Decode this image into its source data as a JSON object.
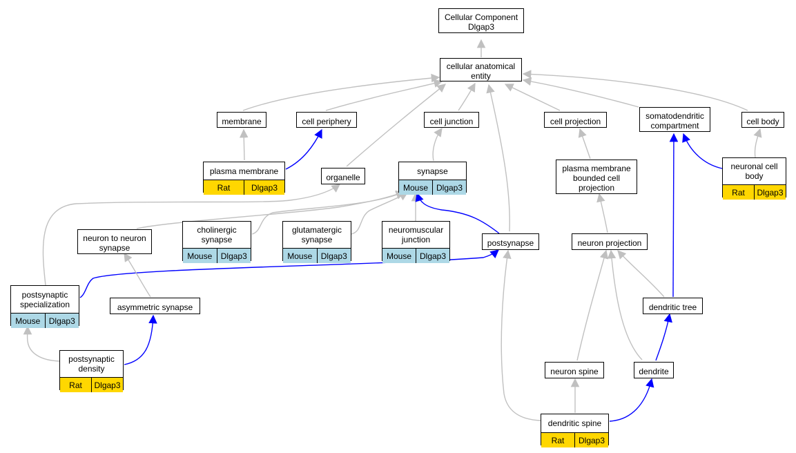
{
  "colors": {
    "is_a": "#c0c0c0",
    "part_of": "#0000ff",
    "mouse": "#add8e6",
    "rat": "#ffd700"
  },
  "nodes": {
    "root": {
      "label": "Cellular Component\nDlgap3"
    },
    "cae": {
      "label": "cellular anatomical\nentity"
    },
    "membrane": {
      "label": "membrane"
    },
    "cell_periphery": {
      "label": "cell periphery"
    },
    "cell_junction": {
      "label": "cell junction"
    },
    "cell_projection": {
      "label": "cell projection"
    },
    "somatodendritic": {
      "label": "somatodendritic\ncompartment"
    },
    "cell_body": {
      "label": "cell body"
    },
    "plasma_membrane": {
      "label": "plasma membrane",
      "species": "Rat",
      "gene": "Dlgap3"
    },
    "organelle": {
      "label": "organelle"
    },
    "synapse": {
      "label": "synapse",
      "species": "Mouse",
      "gene": "Dlgap3"
    },
    "pm_bounded": {
      "label": "plasma membrane\nbounded cell\nprojection"
    },
    "neuronal_cell_body": {
      "label": "neuronal cell\nbody",
      "species": "Rat",
      "gene": "Dlgap3"
    },
    "n2n_synapse": {
      "label": "neuron to neuron\nsynapse"
    },
    "cholinergic": {
      "label": "cholinergic\nsynapse",
      "species": "Mouse",
      "gene": "Dlgap3"
    },
    "glutamatergic": {
      "label": "glutamatergic\nsynapse",
      "species": "Mouse",
      "gene": "Dlgap3"
    },
    "nmj": {
      "label": "neuromuscular\njunction",
      "species": "Mouse",
      "gene": "Dlgap3"
    },
    "postsynapse": {
      "label": "postsynapse"
    },
    "neuron_projection": {
      "label": "neuron projection"
    },
    "ps_spec": {
      "label": "postsynaptic\nspecialization",
      "species": "Mouse",
      "gene": "Dlgap3"
    },
    "asym_synapse": {
      "label": "asymmetric synapse"
    },
    "dendritic_tree": {
      "label": "dendritic tree"
    },
    "psd": {
      "label": "postsynaptic\ndensity",
      "species": "Rat",
      "gene": "Dlgap3"
    },
    "neuron_spine": {
      "label": "neuron spine"
    },
    "dendrite": {
      "label": "dendrite"
    },
    "dendritic_spine": {
      "label": "dendritic spine",
      "species": "Rat",
      "gene": "Dlgap3"
    }
  },
  "edges": [
    {
      "from": "cae",
      "to": "root",
      "type": "is_a"
    },
    {
      "from": "membrane",
      "to": "cae",
      "type": "is_a"
    },
    {
      "from": "cell_periphery",
      "to": "cae",
      "type": "is_a"
    },
    {
      "from": "organelle",
      "to": "cae",
      "type": "is_a"
    },
    {
      "from": "cell_junction",
      "to": "cae",
      "type": "is_a"
    },
    {
      "from": "postsynapse",
      "to": "cae",
      "type": "is_a"
    },
    {
      "from": "cell_projection",
      "to": "cae",
      "type": "is_a"
    },
    {
      "from": "somatodendritic",
      "to": "cae",
      "type": "is_a"
    },
    {
      "from": "cell_body",
      "to": "cae",
      "type": "is_a"
    },
    {
      "from": "plasma_membrane",
      "to": "membrane",
      "type": "is_a"
    },
    {
      "from": "plasma_membrane",
      "to": "cell_periphery",
      "type": "part_of"
    },
    {
      "from": "synapse",
      "to": "cell_junction",
      "type": "is_a"
    },
    {
      "from": "pm_bounded",
      "to": "cell_projection",
      "type": "is_a"
    },
    {
      "from": "neuronal_cell_body",
      "to": "cell_body",
      "type": "is_a"
    },
    {
      "from": "neuronal_cell_body",
      "to": "somatodendritic",
      "type": "part_of"
    },
    {
      "from": "ps_spec",
      "to": "organelle",
      "type": "is_a"
    },
    {
      "from": "n2n_synapse",
      "to": "synapse",
      "type": "is_a"
    },
    {
      "from": "cholinergic",
      "to": "synapse",
      "type": "is_a"
    },
    {
      "from": "glutamatergic",
      "to": "synapse",
      "type": "is_a"
    },
    {
      "from": "nmj",
      "to": "synapse",
      "type": "is_a"
    },
    {
      "from": "postsynapse",
      "to": "synapse",
      "type": "part_of"
    },
    {
      "from": "neuron_projection",
      "to": "pm_bounded",
      "type": "is_a"
    },
    {
      "from": "ps_spec",
      "to": "postsynapse",
      "type": "part_of"
    },
    {
      "from": "asym_synapse",
      "to": "n2n_synapse",
      "type": "is_a"
    },
    {
      "from": "dendritic_tree",
      "to": "neuron_projection",
      "type": "is_a"
    },
    {
      "from": "dendritic_tree",
      "to": "somatodendritic",
      "type": "part_of"
    },
    {
      "from": "psd",
      "to": "ps_spec",
      "type": "is_a"
    },
    {
      "from": "psd",
      "to": "asym_synapse",
      "type": "part_of"
    },
    {
      "from": "neuron_spine",
      "to": "neuron_projection",
      "type": "is_a"
    },
    {
      "from": "dendrite",
      "to": "neuron_projection",
      "type": "is_a"
    },
    {
      "from": "dendrite",
      "to": "dendritic_tree",
      "type": "part_of"
    },
    {
      "from": "dendritic_spine",
      "to": "neuron_spine",
      "type": "is_a"
    },
    {
      "from": "dendritic_spine",
      "to": "postsynapse",
      "type": "is_a"
    },
    {
      "from": "dendritic_spine",
      "to": "dendrite",
      "type": "part_of"
    }
  ]
}
